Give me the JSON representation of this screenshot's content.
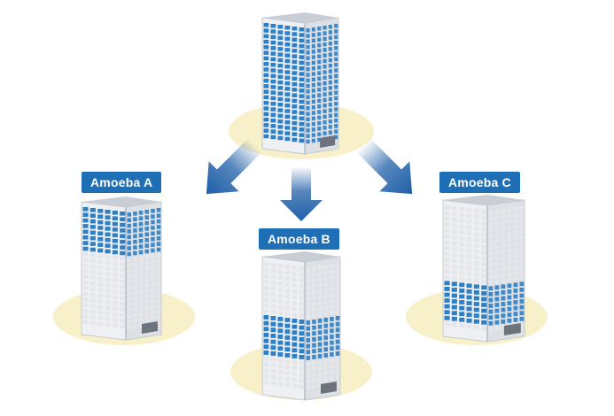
{
  "labels": {
    "amoeba_a": "Amoeba A",
    "amoeba_b": "Amoeba B",
    "amoeba_c": "Amoeba C"
  },
  "colors": {
    "label_bg": "#1f6fb7",
    "window_blue": "#2f7fc4",
    "window_gray": "#e4e6ea",
    "arrow_blue": "#1f5fa8",
    "base_ellipse": "#f7efc4"
  },
  "buildings": {
    "parent": {
      "blue_fraction": 1.0
    },
    "amoeba_a": {
      "blue_section": "top"
    },
    "amoeba_b": {
      "blue_section": "middle"
    },
    "amoeba_c": {
      "blue_section": "bottom"
    }
  }
}
